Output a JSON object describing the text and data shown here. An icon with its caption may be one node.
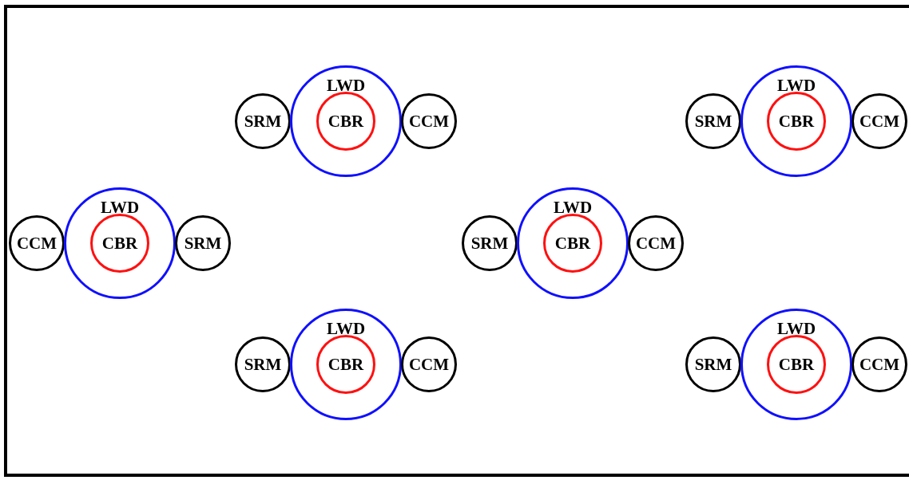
{
  "diagram": {
    "nodes": [
      {
        "text": [
          "SRM"
        ]
      },
      {
        "text": [
          "LWD"
        ]
      },
      {
        "text": [
          "CBR"
        ],
        "in": 1
      },
      {
        "text": [
          "CCM"
        ]
      },
      {
        "text": [
          "SRM"
        ]
      },
      {
        "text": [
          "LWD"
        ]
      },
      {
        "text": [
          "CBR"
        ],
        "in": 5
      },
      {
        "text": [
          "CCM"
        ]
      },
      {
        "text": [
          "CCM"
        ]
      },
      {
        "text": [
          "LWD"
        ]
      },
      {
        "text": [
          "CBR"
        ],
        "in": 9
      },
      {
        "text": [
          "SRM"
        ]
      },
      {
        "text": [
          "SRM"
        ]
      },
      {
        "text": [
          "LWD"
        ]
      },
      {
        "text": [
          "CBR"
        ],
        "in": 13
      },
      {
        "text": [
          "CCM"
        ]
      },
      {
        "text": [
          "SRM"
        ]
      },
      {
        "text": [
          "LWD"
        ]
      },
      {
        "text": [
          "CBR"
        ],
        "in": 17
      },
      {
        "text": [
          "CCM"
        ]
      },
      {
        "text": [
          "SRM"
        ]
      },
      {
        "text": [
          "LWD"
        ]
      },
      {
        "text": [
          "CBR"
        ],
        "in": 21
      },
      {
        "text": [
          "CCM"
        ]
      }
    ]
  }
}
